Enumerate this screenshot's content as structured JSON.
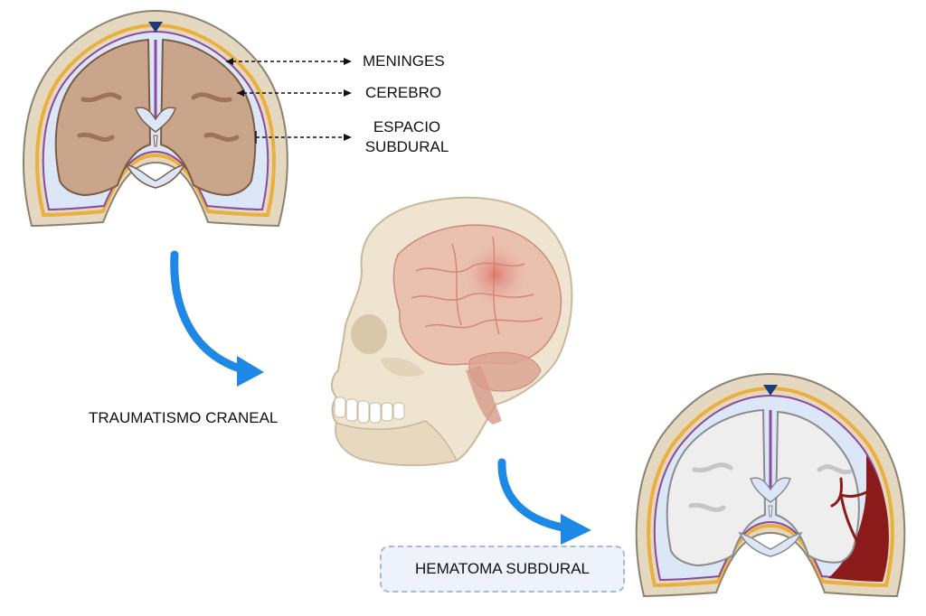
{
  "labels": {
    "meninges": "MENINGES",
    "cerebro": "CEREBRO",
    "espacio_line1": "ESPACIO",
    "espacio_line2": "SUBDURAL",
    "traumatismo": "TRAUMATISMO CRANEAL",
    "hematoma": "HEMATOMA SUBDURAL"
  },
  "colors": {
    "flow_arrow": "#1e88e5",
    "brain_healthy": "#c9a58c",
    "brain_injured": "#eeeeee",
    "csf": "#dbe6f7",
    "dura": "#e9b040",
    "arachnoid": "#8a4aa0",
    "hematoma": "#8b1a1a",
    "skull": "#e8dcc4"
  }
}
